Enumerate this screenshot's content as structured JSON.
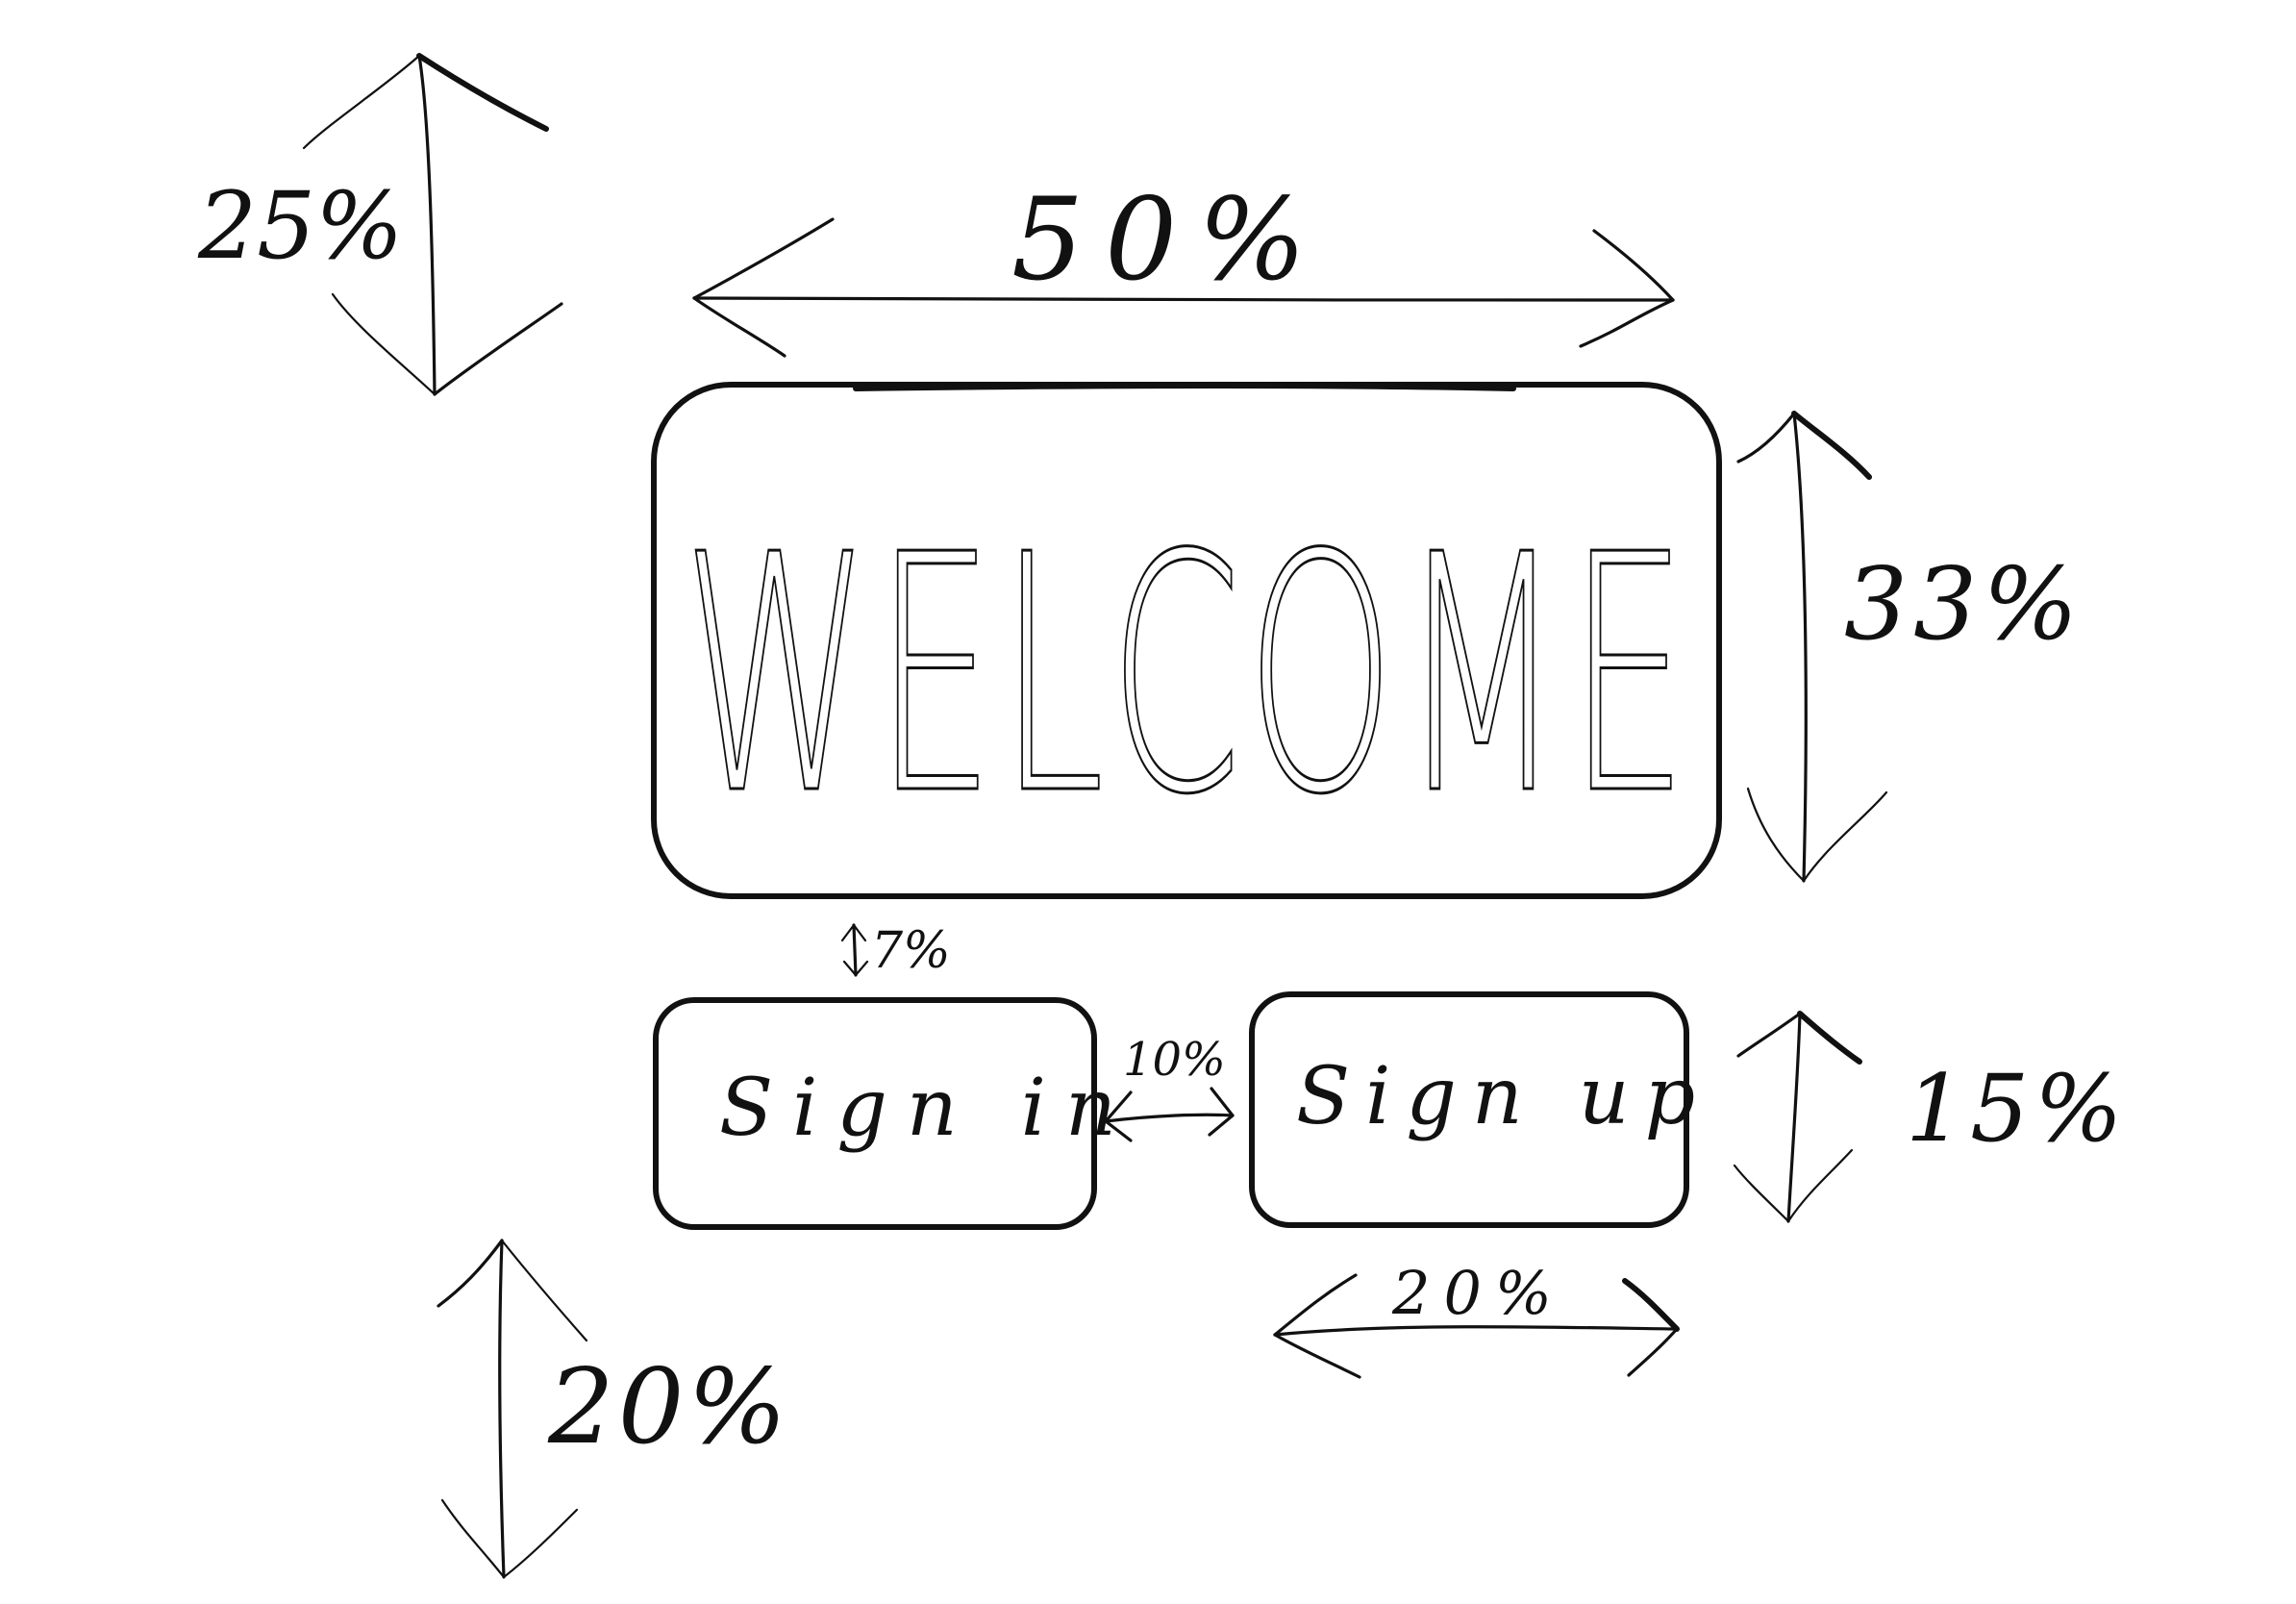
{
  "welcome_box": {
    "title": "WELCOME"
  },
  "buttons": {
    "sign_in_label": "Sign in",
    "sign_up_label": "Sign up"
  },
  "annotations": {
    "top_margin": "25%",
    "welcome_width": "50%",
    "welcome_height": "33%",
    "welcome_button_gap": "7%",
    "button_gap": "10%",
    "button_height": "15%",
    "button_width": "20%",
    "bottom_margin": "20%"
  },
  "colors": {
    "ink": "#111111",
    "background": "#ffffff"
  }
}
